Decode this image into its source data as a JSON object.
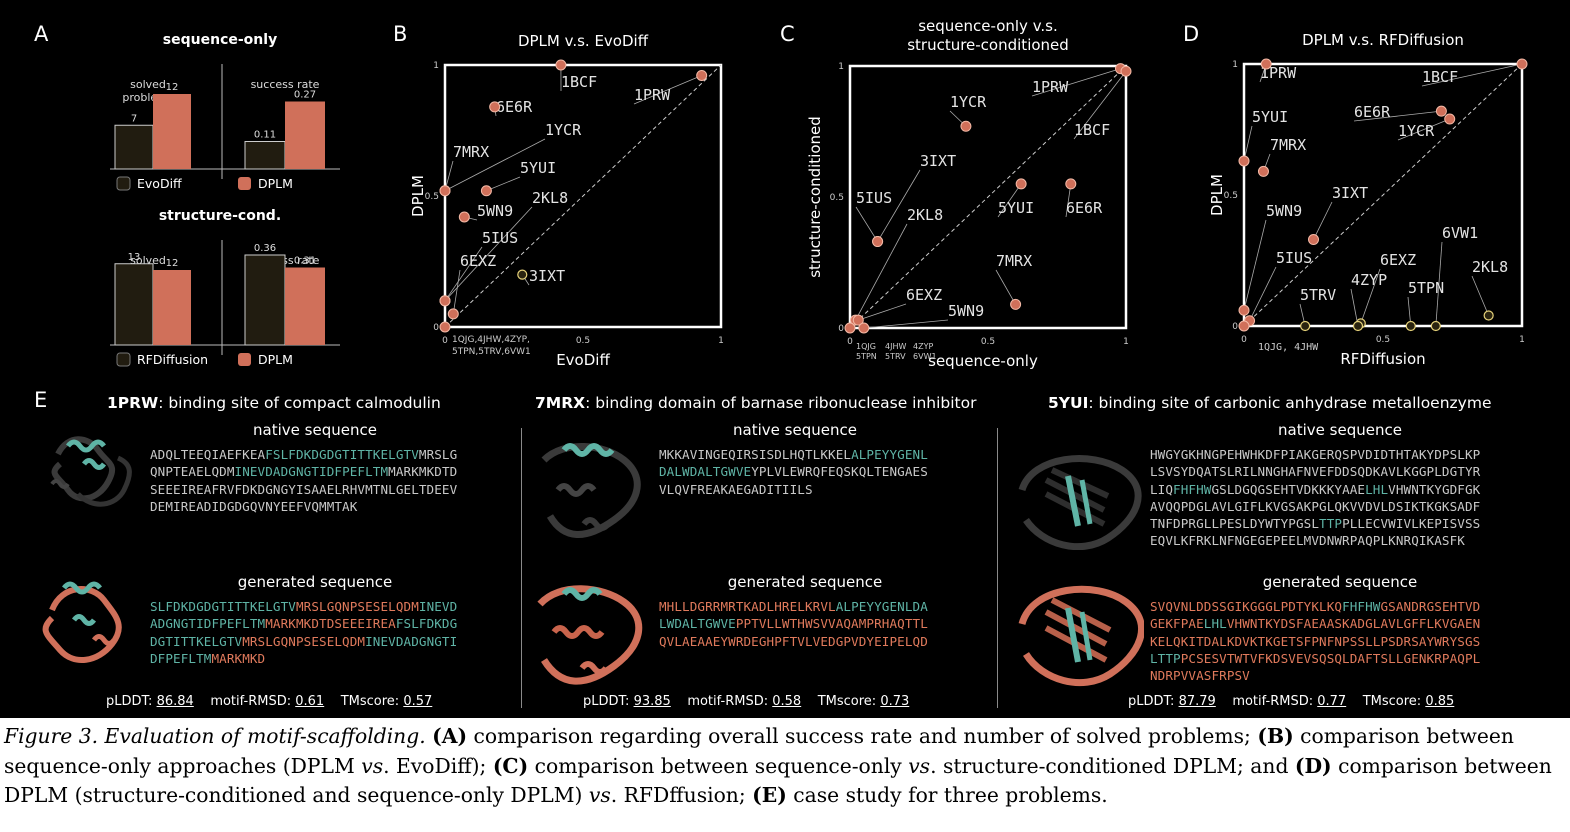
{
  "panels": {
    "A": {
      "letter": "A",
      "top_title": "sequence-only",
      "bottom_title": "structure-cond.",
      "solved_label": "solved problems",
      "success_label": "success rate",
      "top": {
        "solved": [
          {
            "name": "EvoDiff",
            "value": 7,
            "label": "7"
          },
          {
            "name": "DPLM",
            "value": 12,
            "label": "12"
          }
        ],
        "success": [
          {
            "name": "EvoDiff",
            "value": 0.11,
            "label": "0.11"
          },
          {
            "name": "DPLM",
            "value": 0.27,
            "label": "0.27"
          }
        ],
        "legend": [
          "EvoDiff",
          "DPLM"
        ]
      },
      "bottom": {
        "solved": [
          {
            "name": "RFDiffusion",
            "value": 13,
            "label": "13"
          },
          {
            "name": "DPLM",
            "value": 12,
            "label": "12"
          }
        ],
        "success": [
          {
            "name": "RFDiffusion",
            "value": 0.36,
            "label": "0.36"
          },
          {
            "name": "DPLM",
            "value": 0.31,
            "label": "0.31"
          }
        ],
        "legend": [
          "RFDiffusion",
          "DPLM"
        ]
      }
    },
    "B": {
      "letter": "B"
    },
    "C": {
      "letter": "C"
    },
    "D": {
      "letter": "D"
    },
    "E": {
      "letter": "E"
    }
  },
  "colors": {
    "dplm": "#d0705a",
    "baseline": "#211c10",
    "motif": "#5fb4a6",
    "gen": "#e07a5c"
  },
  "chart_data": [
    {
      "type": "scatter",
      "title": "DPLM v.s. EvoDiff",
      "xlabel": "EvoDiff",
      "ylabel": "DPLM",
      "xlim": [
        0,
        1
      ],
      "ylim": [
        0,
        1
      ],
      "xticks": [
        "0",
        "0.5",
        "1"
      ],
      "yticks": [
        "0",
        "0.5",
        "1"
      ],
      "points": [
        {
          "label": "1BCF",
          "x": 0.42,
          "y": 1.0
        },
        {
          "label": "1PRW",
          "x": 0.93,
          "y": 0.96
        },
        {
          "label": "6E6R",
          "x": 0.18,
          "y": 0.84
        },
        {
          "label": "1YCR",
          "x": 0.0,
          "y": 0.52
        },
        {
          "label": "7MRX",
          "x": 0.0,
          "y": 0.52
        },
        {
          "label": "5YUI",
          "x": 0.15,
          "y": 0.52
        },
        {
          "label": "2KL8",
          "x": 0.0,
          "y": 0.1
        },
        {
          "label": "5WN9",
          "x": 0.07,
          "y": 0.42
        },
        {
          "label": "5IUS",
          "x": 0.0,
          "y": 0.1
        },
        {
          "label": "6EXZ",
          "x": 0.03,
          "y": 0.05
        },
        {
          "label": "3IXT",
          "x": 0.28,
          "y": 0.2,
          "hollow": true
        },
        {
          "label": "1QJG, 4JHW, 4ZYP, 5TPN, 5TRV, 6VW1",
          "x": 0.0,
          "y": 0.0
        }
      ],
      "group_label_line1": "1QJG,4JHW,4ZYP,",
      "group_label_line2": "5TPN,5TRV,6VW1"
    },
    {
      "type": "scatter",
      "title_line1": "sequence-only v.s.",
      "title_line2": "structure-conditioned",
      "xlabel": "sequence-only",
      "ylabel": "structure-conditioned",
      "xlim": [
        0,
        1
      ],
      "ylim": [
        0,
        1
      ],
      "xticks": [
        "0",
        "0.5",
        "1"
      ],
      "yticks": [
        "0",
        "0.5",
        "1"
      ],
      "points": [
        {
          "label": "1PRW",
          "x": 0.98,
          "y": 0.99
        },
        {
          "label": "1BCF",
          "x": 1.0,
          "y": 0.98
        },
        {
          "label": "1YCR",
          "x": 0.42,
          "y": 0.77
        },
        {
          "label": "3IXT",
          "x": 0.1,
          "y": 0.33
        },
        {
          "label": "5YUI",
          "x": 0.62,
          "y": 0.55
        },
        {
          "label": "6E6R",
          "x": 0.8,
          "y": 0.55
        },
        {
          "label": "5IUS",
          "x": 0.1,
          "y": 0.33
        },
        {
          "label": "2KL8",
          "x": 0.02,
          "y": 0.03
        },
        {
          "label": "7MRX",
          "x": 0.6,
          "y": 0.09
        },
        {
          "label": "6EXZ",
          "x": 0.03,
          "y": 0.03
        },
        {
          "label": "5WN9",
          "x": 0.05,
          "y": 0.0
        },
        {
          "label": "1QJG, 4JHW, 4ZYP, 5TPN, 5TRV, 6VW1",
          "x": 0.0,
          "y": 0.0
        }
      ],
      "group_labels_line1": [
        "1QJG",
        "4JHW",
        "4ZYP"
      ],
      "group_labels_line2": [
        "5TPN",
        "5TRV",
        "6VW1"
      ]
    },
    {
      "type": "scatter",
      "title": "DPLM v.s. RFDiffusion",
      "xlabel": "RFDiffusion",
      "ylabel": "DPLM",
      "xlim": [
        0,
        1
      ],
      "ylim": [
        0,
        1
      ],
      "xticks": [
        "0",
        "0.5",
        "1"
      ],
      "yticks": [
        "0",
        "0.5",
        "1"
      ],
      "points": [
        {
          "label": "1PRW",
          "x": 0.08,
          "y": 1.0
        },
        {
          "label": "1BCF",
          "x": 1.0,
          "y": 1.0
        },
        {
          "label": "6E6R",
          "x": 0.71,
          "y": 0.82
        },
        {
          "label": "1YCR",
          "x": 0.74,
          "y": 0.79
        },
        {
          "label": "5YUI",
          "x": 0.0,
          "y": 0.63
        },
        {
          "label": "7MRX",
          "x": 0.07,
          "y": 0.59
        },
        {
          "label": "3IXT",
          "x": 0.25,
          "y": 0.33
        },
        {
          "label": "5WN9",
          "x": 0.0,
          "y": 0.06
        },
        {
          "label": "5IUS",
          "x": 0.02,
          "y": 0.02
        },
        {
          "label": "6EXZ",
          "x": 0.42,
          "y": 0.01,
          "hollow": true
        },
        {
          "label": "4ZYP",
          "x": 0.41,
          "y": 0.0,
          "hollow": true
        },
        {
          "label": "5TRV",
          "x": 0.22,
          "y": 0.0,
          "hollow": true
        },
        {
          "label": "6VW1",
          "x": 0.69,
          "y": 0.0,
          "hollow": true
        },
        {
          "label": "5TPN",
          "x": 0.6,
          "y": 0.0,
          "hollow": true
        },
        {
          "label": "2KL8",
          "x": 0.88,
          "y": 0.04,
          "hollow": true
        },
        {
          "label": "1QJG, 4JHW",
          "x": 0.0,
          "y": 0.0
        }
      ],
      "group_label": "1QJG, 4JHW"
    }
  ],
  "case_study": [
    {
      "id": "1PRW",
      "title_rest": ": binding site of compact calmodulin",
      "native_label": "native sequence",
      "generated_label": "generated sequence",
      "native_lines": [
        [
          [
            "ADQLTEEQIAEFKEA",
            ""
          ],
          [
            "FSLFDKDGDGTITTKELGTV",
            "m"
          ],
          [
            "MRSLG",
            ""
          ]
        ],
        [
          [
            "QNPTEAELQDM",
            ""
          ],
          [
            "INEVDADGNGTIDFPEFLTM",
            "m"
          ],
          [
            "MARKMKDTD",
            ""
          ]
        ],
        [
          [
            "SEEEIREAFRVFDKDGNGYISAAELRHVMTNLGELTDEEV",
            ""
          ]
        ],
        [
          [
            "DEMIREADIDGDGQVNYEEFVQMMTAK",
            ""
          ]
        ]
      ],
      "generated_lines": [
        [
          [
            "SLFDKDGDGTITTKELGTV",
            "m"
          ],
          [
            "MRSLGQNPSESELQDM",
            "g"
          ],
          [
            "INEVD",
            "m"
          ]
        ],
        [
          [
            "ADGNGTIDFPEFLTM",
            "m"
          ],
          [
            "MARKMKDTDSEEEIREA",
            "g"
          ],
          [
            "FSLFDKDG",
            "m"
          ]
        ],
        [
          [
            "DGTITTKELGTV",
            "m"
          ],
          [
            "MRSLGQNPSESELQDM",
            "g"
          ],
          [
            "INEVDADGNGTI",
            "m"
          ]
        ],
        [
          [
            "DFPEFLTM",
            "m"
          ],
          [
            "MARKMKD",
            "g"
          ]
        ]
      ],
      "plddt_label": "pLDDT:",
      "plddt": "86.84",
      "rmsd_label": "motif-RMSD:",
      "rmsd": "0.61",
      "tm_label": "TMscore:",
      "tm": "0.57"
    },
    {
      "id": "7MRX",
      "title_rest": ": binding domain of barnase ribonuclease inhibitor",
      "native_label": "native sequence",
      "generated_label": "generated sequence",
      "native_lines": [
        [
          [
            "MKKAVINGEQIRSISDLHQTLKKEL",
            ""
          ],
          [
            "ALPEYYGENL",
            "m"
          ]
        ],
        [
          [
            "DALWDALTGWVE",
            "m"
          ],
          [
            "YPLVLEWRQFEQSKQLTENGAES",
            ""
          ]
        ],
        [
          [
            "VLQVFREAKAEGADITIILS",
            ""
          ]
        ]
      ],
      "generated_lines": [
        [
          [
            "MHLLDGRRMRTKADLHRELKRVL",
            "g"
          ],
          [
            "ALPEYYGENLDA",
            "m"
          ]
        ],
        [
          [
            "LWDALTGWVE",
            "m"
          ],
          [
            "PPTVLLWTHWSVVAQAMPRHAQTTL",
            "g"
          ]
        ],
        [
          [
            "QVLAEAAEYWRDEGHPFTVLVEDGPVDYEIPELQD",
            "g"
          ]
        ]
      ],
      "plddt_label": "pLDDT:",
      "plddt": "93.85",
      "rmsd_label": "motif-RMSD:",
      "rmsd": "0.58",
      "tm_label": "TMscore:",
      "tm": "0.73"
    },
    {
      "id": "5YUI",
      "title_rest": ": binding site of carbonic anhydrase metalloenzyme",
      "native_label": "native sequence",
      "generated_label": "generated sequence",
      "native_lines": [
        [
          [
            "HWGYGKHNGPEHWHKDFPIAKGERQSPVDIDTHTAKYDPSLKP",
            ""
          ]
        ],
        [
          [
            "LSVSYDQATSLRILNNGHAFNVEFDDSQDKAVLKGGPLDGTYR",
            ""
          ]
        ],
        [
          [
            "LIQ",
            ""
          ],
          [
            "FHFHW",
            "m"
          ],
          [
            "GSLDGQGSEHTVDKKKYAAE",
            ""
          ],
          [
            "LHL",
            "m"
          ],
          [
            "VHWNTKYGDFGK",
            ""
          ]
        ],
        [
          [
            "AVQQPDGLAVLGIFLKVGSAKPGLQKVVDVLDSIKTKGKSADF",
            ""
          ]
        ],
        [
          [
            "TNFDPRGLLPESLDYWTYPGSL",
            ""
          ],
          [
            "TTP",
            "m"
          ],
          [
            "PLLECVWIVLKEPISVSS",
            ""
          ]
        ],
        [
          [
            "EQVLKFRKLNFNGEGEPEELMVDNWRPAQPLKNRQIKASFK",
            ""
          ]
        ]
      ],
      "generated_lines": [
        [
          [
            "SVQVNLDDSSGIKGGGLPDTYKLKQ",
            "g"
          ],
          [
            "FHFHW",
            "m"
          ],
          [
            "GSANDRGSEHTVD",
            "g"
          ]
        ],
        [
          [
            "GEKFPAE",
            "g"
          ],
          [
            "LHL",
            "m"
          ],
          [
            "VHWNTKYDSFAEAASKADGLAVLGFFLKVGAEN",
            "g"
          ]
        ],
        [
          [
            "KELQKITDALKDVKTKGETSFPNFNPSSLLPSDRSAYWRYSGS",
            "g"
          ]
        ],
        [
          [
            "LTTP",
            "m"
          ],
          [
            "PCSESVTWTVFKDSVEVSQSQLDAFTSLLGENKRPAQPL",
            "g"
          ]
        ],
        [
          [
            "NDRPVVASFRPSV",
            "g"
          ]
        ]
      ],
      "plddt_label": "pLDDT:",
      "plddt": "87.79",
      "rmsd_label": "motif-RMSD:",
      "rmsd": "0.77",
      "tm_label": "TMscore:",
      "tm": "0.85"
    }
  ],
  "caption": {
    "fig": "Figure 3.",
    "fig_title": " Evaluation of motif-scaffolding.",
    "parts": [
      [
        "b",
        "(A)"
      ],
      [
        "",
        " comparison regarding overall success rate and number of solved problems; "
      ],
      [
        "b",
        "(B)"
      ],
      [
        "",
        " comparison between sequence-only approaches (DPLM "
      ],
      [
        "i",
        "vs"
      ],
      [
        "",
        ". EvoDiff); "
      ],
      [
        "b",
        "(C)"
      ],
      [
        "",
        " comparison between sequence-only "
      ],
      [
        "i",
        "vs"
      ],
      [
        "",
        ". structure-conditioned DPLM; and "
      ],
      [
        "b",
        "(D)"
      ],
      [
        "",
        " comparison between DPLM (structure-conditioned and sequence-only DPLM) "
      ],
      [
        "i",
        "vs"
      ],
      [
        "",
        ". RFDffusion; "
      ],
      [
        "b",
        "(E)"
      ],
      [
        "",
        " case study for three problems."
      ]
    ]
  }
}
